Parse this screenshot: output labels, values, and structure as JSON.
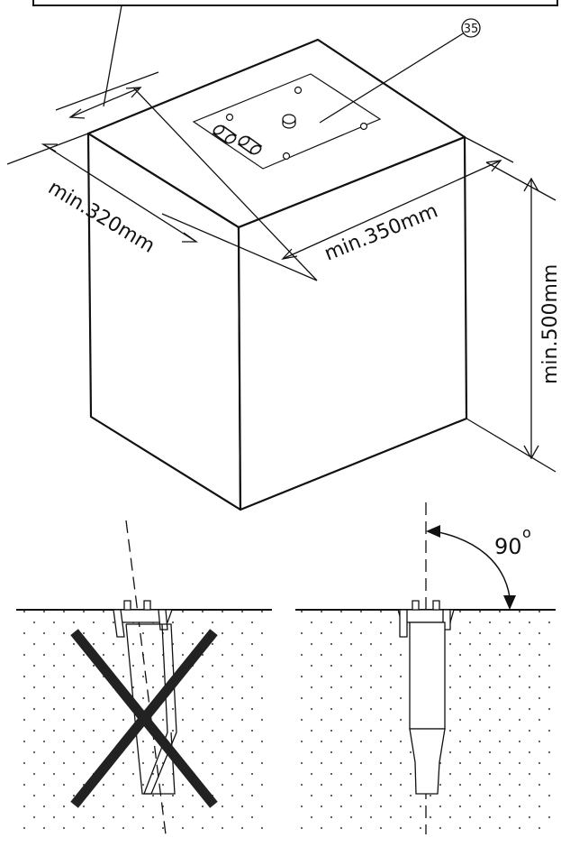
{
  "diagram": {
    "callout_number": "35",
    "dimensions": {
      "depth": "min.320mm",
      "width": "min.350mm",
      "height": "min.500mm"
    },
    "angle": {
      "value": "90",
      "unit_symbol": "o"
    }
  },
  "colors": {
    "line": "#111111",
    "background": "#ffffff",
    "soil_dots": "#555555"
  }
}
